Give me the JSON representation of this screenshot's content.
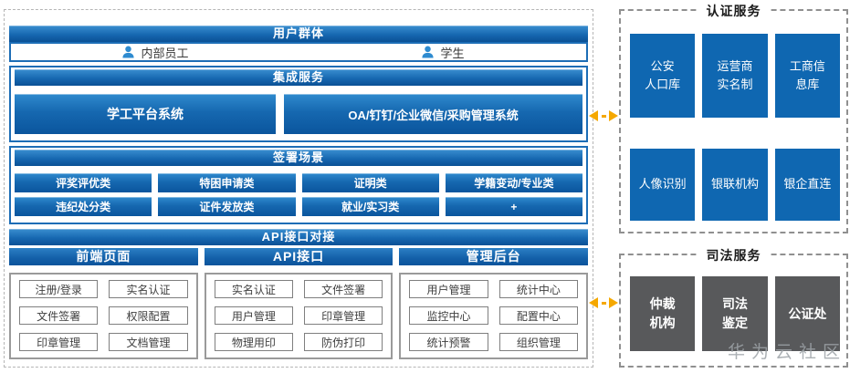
{
  "colors": {
    "header_blue_top": "#3A8FD0",
    "header_blue_bottom": "#0A5095",
    "auth_box_blue": "#0F67B1",
    "judicial_gray": "#58595B",
    "arrow_orange": "#F5A800",
    "section_border_blue": "#1C6DB6",
    "person_icon_blue": "#2E8BD0"
  },
  "main": {
    "user_group": {
      "title": "用户群体",
      "users": [
        "内部员工",
        "学生"
      ]
    },
    "integration": {
      "title": "集成服务",
      "systems": [
        "学工平台系统",
        "OA/钉钉/企业微信/采购管理系统"
      ]
    },
    "scenarios": {
      "title": "签署场景",
      "items": [
        "评奖评优类",
        "特困申请类",
        "证明类",
        "学籍变动/专业类",
        "违纪处分类",
        "证件发放类",
        "就业/实习类",
        "+"
      ]
    },
    "api": {
      "title": "API接口对接",
      "columns": [
        {
          "title": "前端页面",
          "items": [
            "注册/登录",
            "实名认证",
            "文件签署",
            "权限配置",
            "印章管理",
            "文档管理"
          ]
        },
        {
          "title": "API接口",
          "items": [
            "实名认证",
            "文件签署",
            "用户管理",
            "印章管理",
            "物理用印",
            "防伪打印"
          ]
        },
        {
          "title": "管理后台",
          "items": [
            "用户管理",
            "统计中心",
            "监控中心",
            "配置中心",
            "统计预警",
            "组织管理"
          ]
        }
      ]
    }
  },
  "auth_service": {
    "title": "认证服务",
    "items": [
      "公安\n人口库",
      "运营商\n实名制",
      "工商信\n息库",
      "人像识别",
      "银联机构",
      "银企直连"
    ]
  },
  "judicial_service": {
    "title": "司法服务",
    "items": [
      "仲裁\n机构",
      "司法\n鉴定",
      "公证处"
    ]
  },
  "watermark": "华为云社区"
}
